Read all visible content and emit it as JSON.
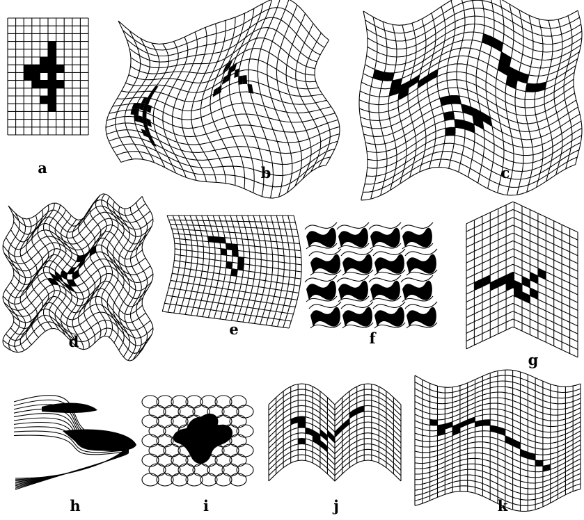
{
  "figure": {
    "panels": [
      {
        "id": "a",
        "label": "a",
        "kind": "square-grid"
      },
      {
        "id": "b",
        "label": "b",
        "kind": "curvy-wavy-grid"
      },
      {
        "id": "c",
        "label": "c",
        "kind": "wavy-grid"
      },
      {
        "id": "d",
        "label": "d",
        "kind": "jagged-wavy-grid"
      },
      {
        "id": "e",
        "label": "e",
        "kind": "bent-grid"
      },
      {
        "id": "f",
        "label": "f",
        "kind": "tiled-swirls"
      },
      {
        "id": "g",
        "label": "g",
        "kind": "chevron-grid"
      },
      {
        "id": "h",
        "label": "h",
        "kind": "s-curve-strips"
      },
      {
        "id": "i",
        "label": "i",
        "kind": "circle-grid"
      },
      {
        "id": "j",
        "label": "j",
        "kind": "arch-grid"
      },
      {
        "id": "k",
        "label": "k",
        "kind": "wave-grid"
      }
    ],
    "colors": {
      "ink": "#000000",
      "paper": "#ffffff"
    }
  }
}
